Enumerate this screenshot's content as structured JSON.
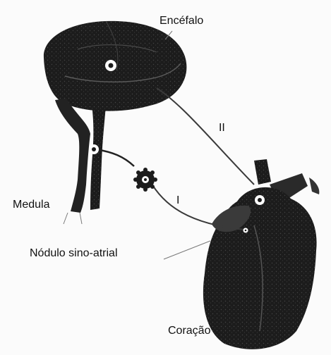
{
  "labels": {
    "encefalo": "Encéfalo",
    "medula": "Medula",
    "nodulo": "Nódulo sino-atrial",
    "coracao": "Coração",
    "nerve_upper": "II",
    "nerve_lower": "I"
  },
  "colors": {
    "tissue": "#1c1c1c",
    "tissue_light": "#3a3a3a",
    "line": "#3a3a3a",
    "text": "#111111",
    "node": "#ffffff"
  },
  "icons": [
    "brain-icon",
    "spinal-cord-icon",
    "heart-icon",
    "ganglion-icon",
    "neuron-cell-body-icon"
  ]
}
